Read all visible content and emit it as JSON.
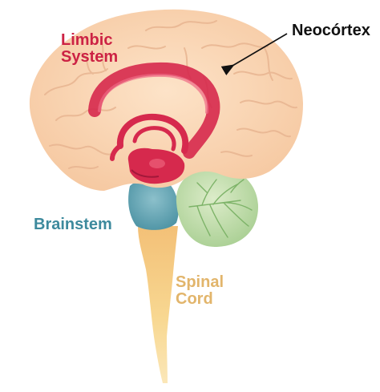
{
  "labels": {
    "limbic_line1": "Limbic",
    "limbic_line2": "System",
    "neocortex": "Neocórtex",
    "brainstem": "Brainstem",
    "spinal_line1": "Spinal",
    "spinal_line2": "Cord"
  },
  "colors": {
    "cortex": "#fbd7b5",
    "cortex_fold": "#e9b693",
    "limbic": "#d6294d",
    "brainstem": "#6aa9b8",
    "cerebellum": "#bfdcaa",
    "spinal": "#f6cf85",
    "arrow": "#111111"
  }
}
